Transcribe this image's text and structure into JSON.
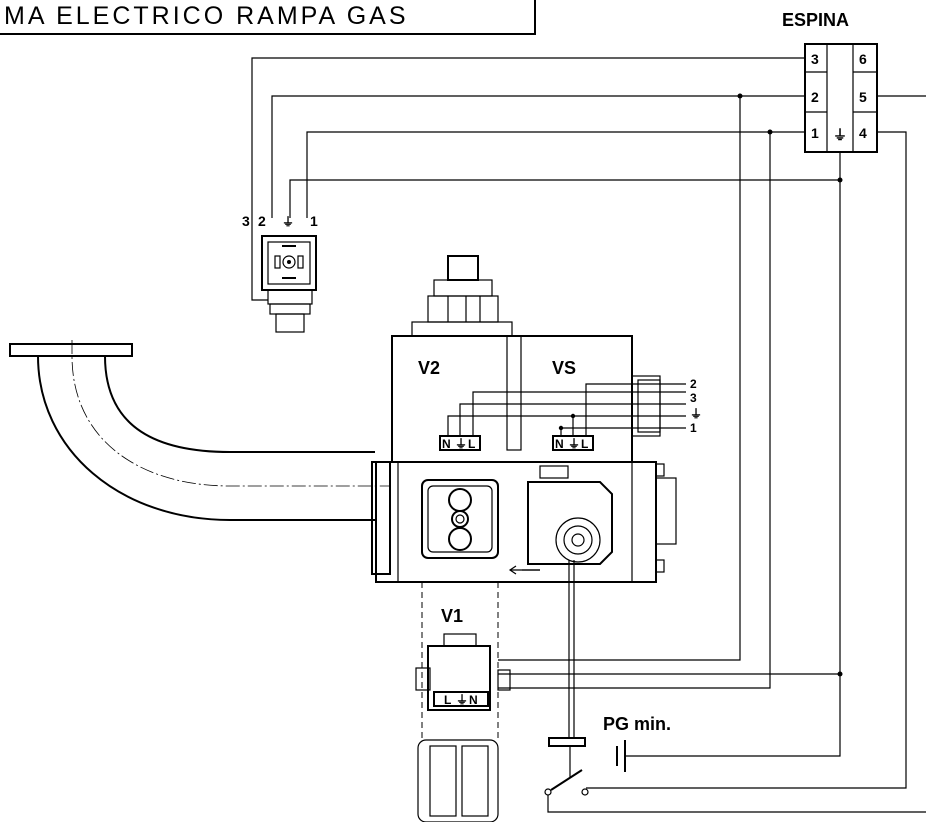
{
  "title": "MA ELECTRICO RAMPA GAS",
  "connector": {
    "label": "ESPINA",
    "pins": [
      "3",
      "6",
      "2",
      "5",
      "1",
      "4"
    ],
    "ground_symbol": "⏚"
  },
  "solenoid_plug": {
    "pins": [
      "3",
      "2",
      "⏚",
      "1"
    ]
  },
  "valves": {
    "v2": "V2",
    "vs": "VS",
    "v1": "V1"
  },
  "terminals": {
    "n": "N",
    "l": "L",
    "ground": "⏚"
  },
  "vs_wires": [
    "2",
    "3",
    "⏚",
    "1"
  ],
  "pressure_switch": {
    "label": "PG  min."
  }
}
